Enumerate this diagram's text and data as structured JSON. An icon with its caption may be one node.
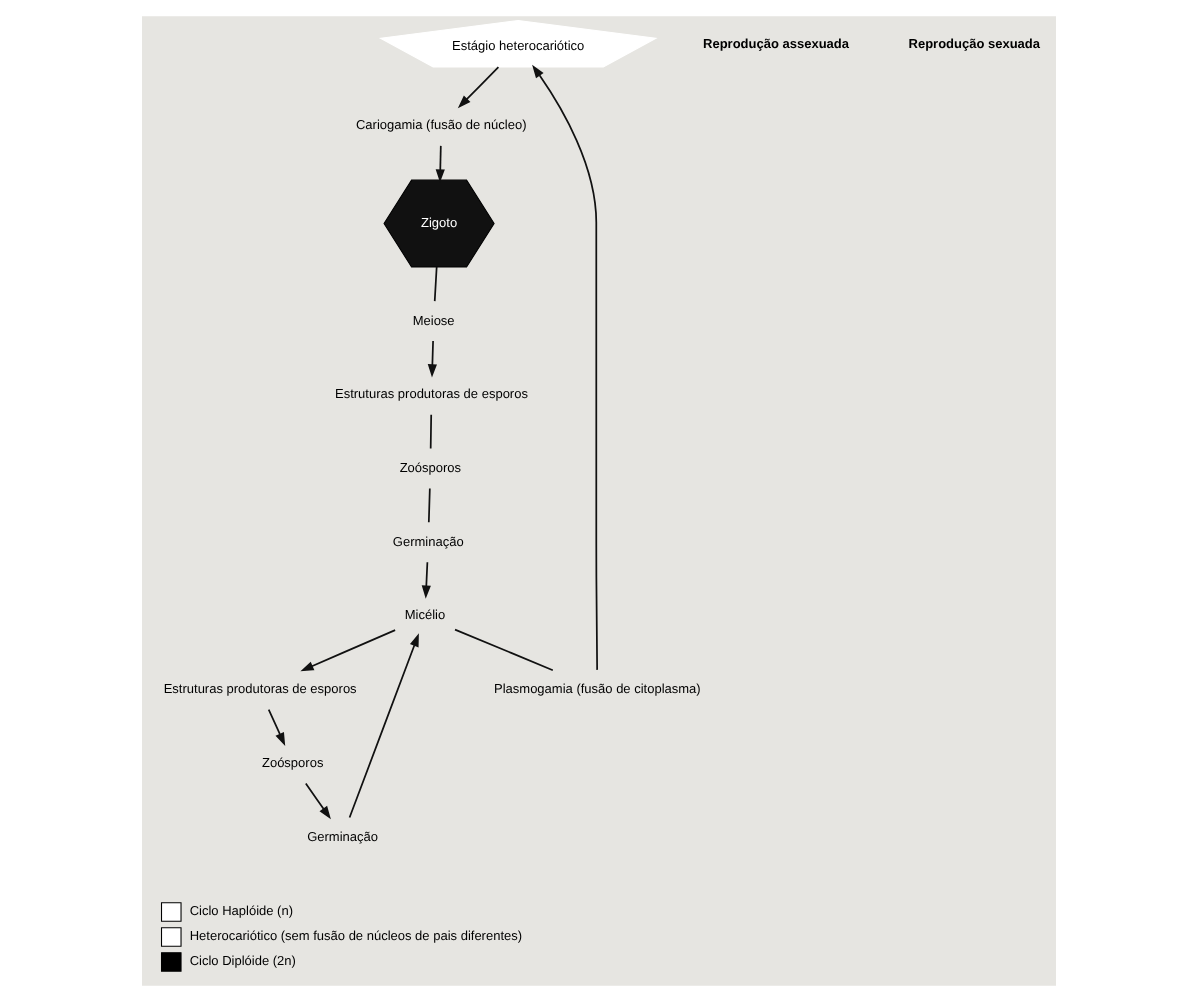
{
  "diagram": {
    "nodes": [
      {
        "text": [
          "Estágio heterocariótico"
        ]
      },
      {
        "text": [
          "Cariogamia (fusão de núcleo)"
        ]
      },
      {
        "text": [
          "Zigoto"
        ]
      },
      {
        "text": [
          "Meiose"
        ]
      },
      {
        "text": [
          "Estruturas produtoras de esporos"
        ]
      },
      {
        "text": [
          "Zoósporos"
        ]
      },
      {
        "text": [
          "Germinação"
        ]
      },
      {
        "text": [
          "Micélio"
        ]
      },
      {
        "text": [
          "Plasmogamia (fusão de citoplasma)"
        ]
      },
      {
        "text": [
          "Estruturas produtoras de esporos"
        ]
      },
      {
        "text": [
          "Zoósporos"
        ]
      },
      {
        "text": [
          "Germinação"
        ]
      }
    ],
    "edges": [
      {
        "from": 7,
        "to": 8,
        "arrow": "none"
      },
      {
        "from": 8,
        "to": 0,
        "arrow": "to"
      },
      {
        "from": 0,
        "to": 1,
        "arrow": "to"
      },
      {
        "from": 1,
        "to": 2,
        "arrow": "to"
      },
      {
        "from": 2,
        "to": 3,
        "arrow": "none"
      },
      {
        "from": 3,
        "to": 4,
        "arrow": "to"
      },
      {
        "from": 4,
        "to": 5,
        "arrow": "none"
      },
      {
        "from": 5,
        "to": 6,
        "arrow": "none"
      },
      {
        "from": 6,
        "to": 7,
        "arrow": "to"
      },
      {
        "from": 7,
        "to": 9,
        "arrow": "to"
      },
      {
        "from": 9,
        "to": 10,
        "arrow": "to"
      },
      {
        "from": 10,
        "to": 11,
        "arrow": "to"
      },
      {
        "from": 11,
        "to": 7,
        "arrow": "to"
      }
    ],
    "labels": [
      "Reprodução assexuada",
      "Reprodução sexuada"
    ],
    "legend": [
      {
        "text": "Ciclo Haplóide (n)",
        "color": "#ffffff"
      },
      {
        "text": "Heterocariótico (sem fusão de núcleos de pais diferentes)",
        "color": "#ffffff"
      },
      {
        "text": "Ciclo Diplóide (2n)",
        "color": "#000000"
      }
    ]
  }
}
